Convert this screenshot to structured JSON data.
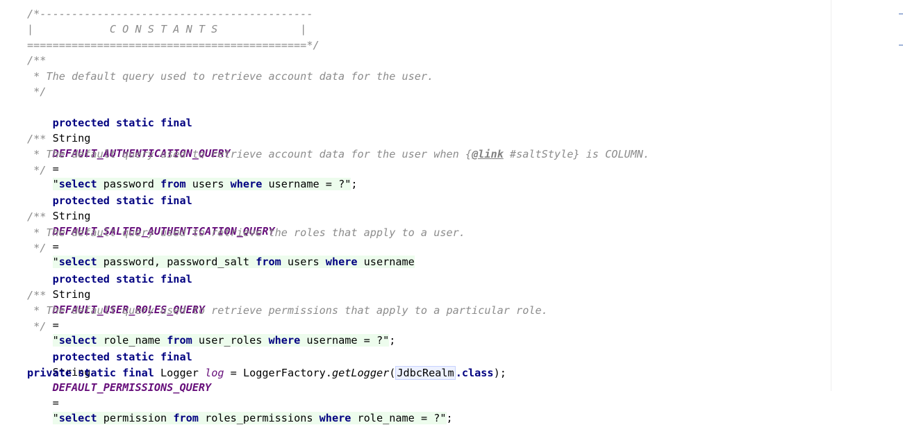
{
  "editor": {
    "lines": [
      {
        "id": "l1",
        "kind": "comment",
        "text": "/*-------------------------------------------"
      },
      {
        "id": "l2",
        "kind": "comment",
        "text": "|            C O N S T A N T S             |"
      },
      {
        "id": "l3",
        "kind": "comment",
        "text": "============================================*/"
      },
      {
        "id": "l4",
        "kind": "comment",
        "text": "/**"
      },
      {
        "id": "l5",
        "kind": "comment",
        "text": " * The default query used to retrieve account data for the user."
      },
      {
        "id": "l6",
        "kind": "comment",
        "text": " */"
      },
      {
        "id": "l8",
        "kind": "comment",
        "text": "/**"
      },
      {
        "id": "l10",
        "kind": "comment",
        "text": " */"
      },
      {
        "id": "l12",
        "kind": "comment",
        "text": "/**"
      },
      {
        "id": "l13",
        "kind": "comment",
        "text": " * The default query used to retrieve the roles that apply to a user."
      },
      {
        "id": "l14",
        "kind": "comment",
        "text": " */"
      },
      {
        "id": "l16",
        "kind": "comment",
        "text": "/**"
      },
      {
        "id": "l17",
        "kind": "comment",
        "text": " * The default query used to retrieve permissions that apply to a particular role."
      },
      {
        "id": "l18",
        "kind": "comment",
        "text": " */"
      }
    ],
    "l9": {
      "prefix": " * The default query used to retrieve account data for the user when {",
      "tag": "@link",
      "suffix": " #saltStyle} is COLUMN."
    },
    "decl_modifiers": "protected static final",
    "type_string": "String",
    "auth": {
      "name": "DEFAULT_AUTHENTICATION_QUERY",
      "q_open": "\"",
      "select": "select",
      "cols": " password ",
      "from": "from",
      "table": " users ",
      "where": "where",
      "cond": " username = ?",
      "q_close": "\"",
      "end": ";"
    },
    "salted": {
      "name": "DEFAULT_SALTED_AUTHENTICATION_QUERY",
      "q_open": "\"",
      "select": "select",
      "cols": " password, password_salt ",
      "from": "from",
      "table": " users ",
      "where": "where",
      "cond": " username"
    },
    "roles": {
      "name": "DEFAULT_USER_ROLES_QUERY",
      "q_open": "\"",
      "select": "select",
      "cols": " role_name ",
      "from": "from",
      "table": " user_roles ",
      "where": "where",
      "cond": " username = ?",
      "q_close": "\"",
      "end": ";"
    },
    "perms": {
      "name": "DEFAULT_PERMISSIONS_QUERY",
      "q_open": "\"",
      "select": "select",
      "cols": " permission ",
      "from": "from",
      "table": " roles_permissions ",
      "where": "where",
      "cond": " role_name = ?",
      "q_close": "\"",
      "end": ";"
    },
    "logger": {
      "modifiers": "private static final",
      "type": "Logger",
      "name": "log",
      "eq": " = ",
      "factory": "LoggerFactory.",
      "method": "getLogger",
      "open": "(",
      "ref": "JdbcRealm",
      "dot_class_kw": ".class",
      "close": ");"
    }
  },
  "colors": {
    "keyword": "#000080",
    "constant": "#660e7a",
    "string": "#008000",
    "comment": "#8c8c8c",
    "string_bg": "#edfced"
  }
}
